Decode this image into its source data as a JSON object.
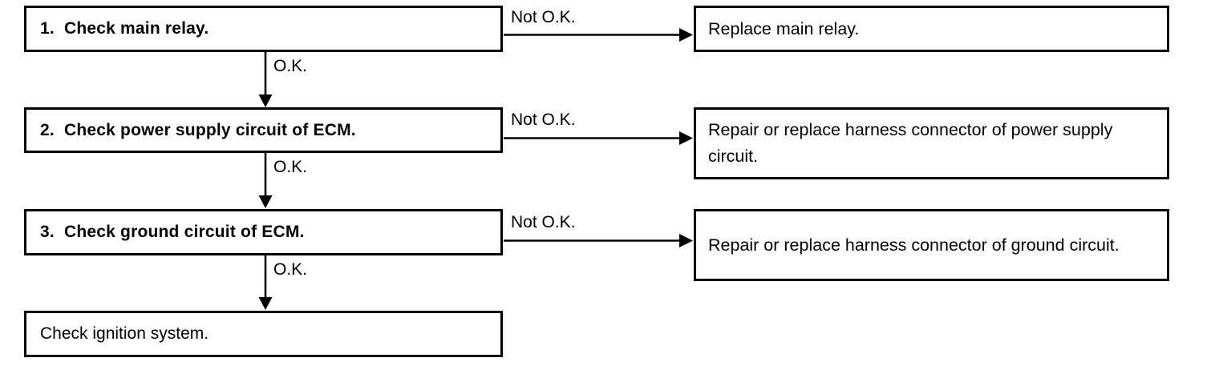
{
  "flowchart": {
    "steps": [
      {
        "label": "1.  Check main relay.",
        "ok_label": "O.K.",
        "not_ok_label": "Not O.K.",
        "fail_action": "Replace main relay."
      },
      {
        "label": "2.  Check power supply circuit of ECM.",
        "ok_label": "O.K.",
        "not_ok_label": "Not O.K.",
        "fail_action": "Repair or replace harness connector of power supply circuit."
      },
      {
        "label": "3.  Check ground circuit of ECM.",
        "ok_label": "O.K.",
        "not_ok_label": "Not O.K.",
        "fail_action": "Repair or replace harness connector of ground circuit."
      },
      {
        "label": "Check ignition system."
      }
    ]
  },
  "colors": {
    "ink": "#000000",
    "background": "#ffffff"
  }
}
